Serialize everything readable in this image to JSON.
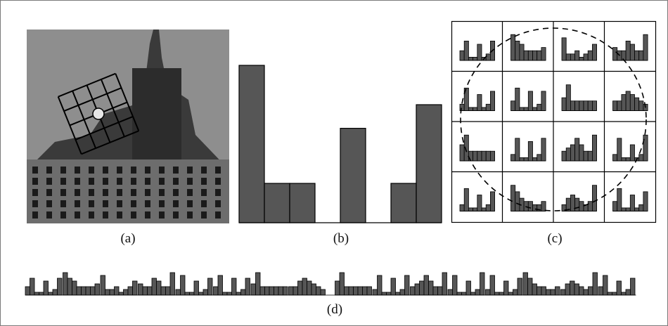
{
  "captions": {
    "a": "(a)",
    "b": "(b)",
    "c": "(c)",
    "d": "(d)"
  },
  "colors": {
    "bar_fill": "#565656",
    "bar_stroke": "#000000",
    "photo_sky": "#8e8e8e",
    "photo_building": "#3a3a3a",
    "grid_stroke": "#000000",
    "keypoint_fill": "#e6e6e6"
  },
  "patch_grid": {
    "cells_per_side": 4,
    "orientation_hint": "rotated-grid",
    "keypoint": "center"
  },
  "histogram_b": {
    "bins": 8,
    "values": [
      1.0,
      0.25,
      0.25,
      0.0,
      0.6,
      0.0,
      0.25,
      0.75
    ]
  },
  "descriptor_c": {
    "rows": 4,
    "cols": 4,
    "window": "dashed-circle",
    "cells": [
      [
        [
          0.3,
          0.6,
          0.1,
          0.1,
          0.5,
          0.1,
          0.2,
          0.6
        ],
        [
          0.8,
          0.6,
          0.5,
          0.3,
          0.3,
          0.3,
          0.3,
          0.4
        ],
        [
          0.7,
          0.2,
          0.2,
          0.3,
          0.1,
          0.2,
          0.3,
          0.5
        ],
        [
          0.4,
          0.3,
          0.3,
          0.6,
          0.5,
          0.3,
          0.3,
          0.8
        ]
      ],
      [
        [
          0.2,
          0.7,
          0.1,
          0.1,
          0.5,
          0.1,
          0.2,
          0.6
        ],
        [
          0.3,
          0.7,
          0.1,
          0.1,
          0.6,
          0.1,
          0.2,
          0.6
        ],
        [
          0.4,
          0.8,
          0.3,
          0.3,
          0.3,
          0.3,
          0.3,
          0.3
        ],
        [
          0.3,
          0.3,
          0.5,
          0.6,
          0.5,
          0.4,
          0.3,
          0.2
        ]
      ],
      [
        [
          0.5,
          0.8,
          0.3,
          0.3,
          0.3,
          0.3,
          0.3,
          0.3
        ],
        [
          0.2,
          0.7,
          0.1,
          0.1,
          0.6,
          0.1,
          0.2,
          0.7
        ],
        [
          0.3,
          0.4,
          0.5,
          0.7,
          0.5,
          0.3,
          0.3,
          0.8
        ],
        [
          0.2,
          0.7,
          0.1,
          0.1,
          0.5,
          0.1,
          0.2,
          0.8
        ]
      ],
      [
        [
          0.2,
          0.7,
          0.1,
          0.1,
          0.5,
          0.1,
          0.2,
          0.6
        ],
        [
          0.8,
          0.6,
          0.4,
          0.3,
          0.3,
          0.2,
          0.2,
          0.3
        ],
        [
          0.2,
          0.4,
          0.5,
          0.4,
          0.3,
          0.2,
          0.3,
          0.8
        ],
        [
          0.3,
          0.7,
          0.1,
          0.1,
          0.5,
          0.1,
          0.2,
          0.6
        ]
      ]
    ]
  },
  "descriptor_d": {
    "groups": 16,
    "bins_per_group": 8
  }
}
